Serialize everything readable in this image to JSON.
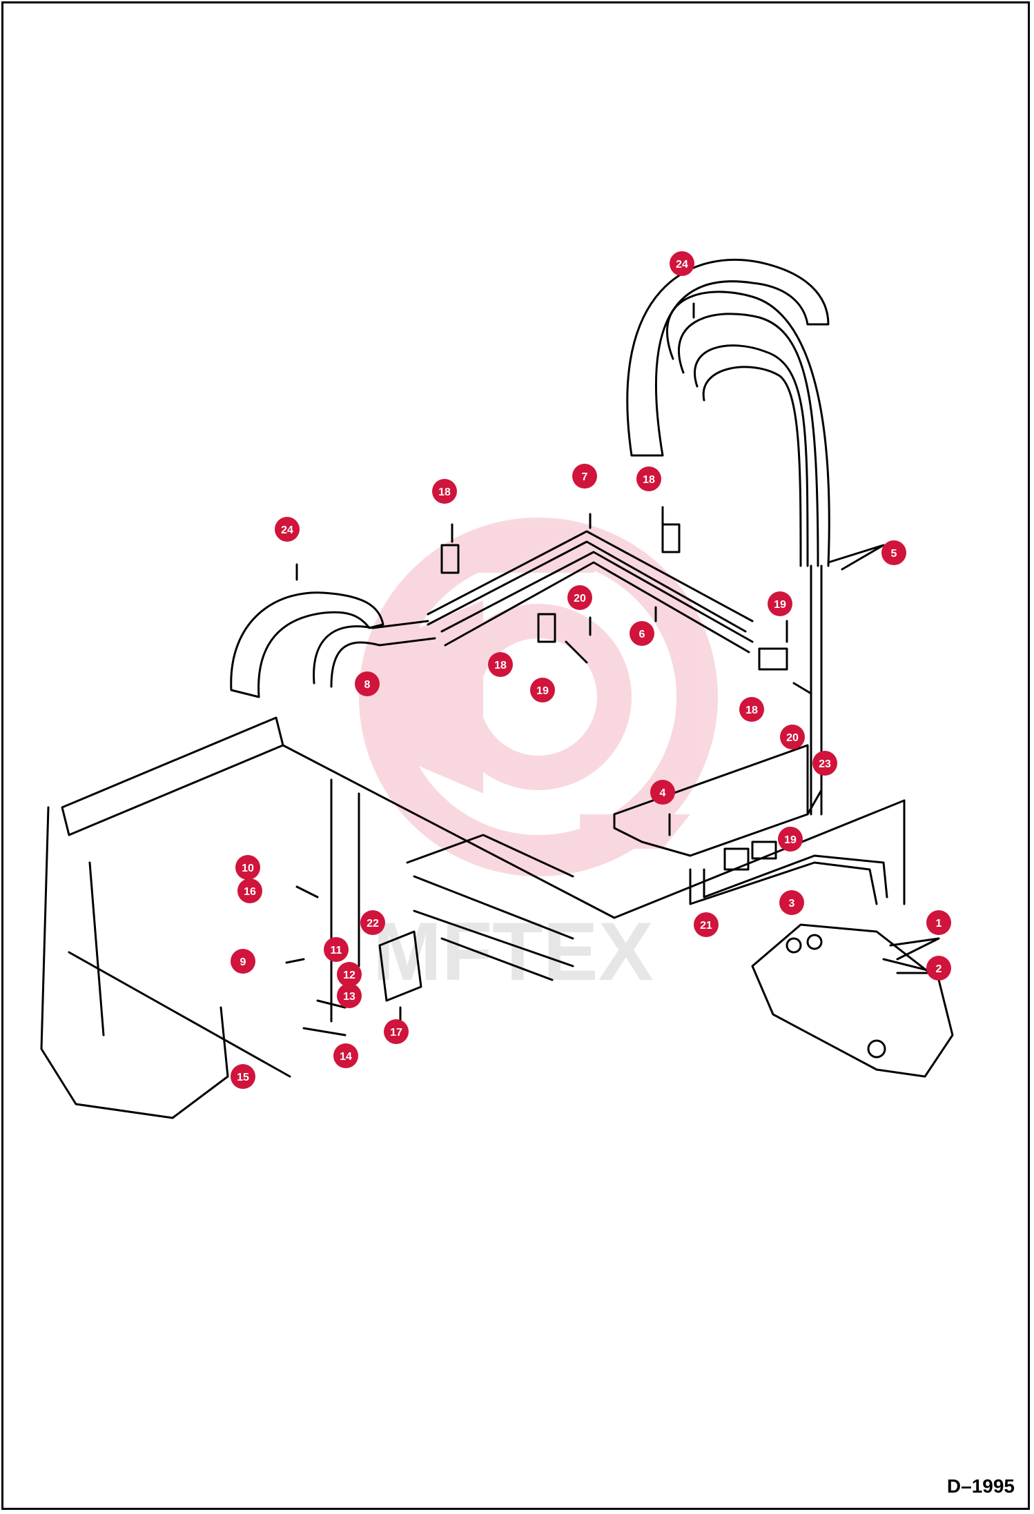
{
  "document_code": "D–1995",
  "watermark": "MFTEX",
  "accent_color": "#d0143c",
  "callouts": [
    {
      "id": "1"
    },
    {
      "id": "2"
    },
    {
      "id": "3"
    },
    {
      "id": "4"
    },
    {
      "id": "5"
    },
    {
      "id": "6"
    },
    {
      "id": "7"
    },
    {
      "id": "8"
    },
    {
      "id": "9"
    },
    {
      "id": "10"
    },
    {
      "id": "11"
    },
    {
      "id": "12"
    },
    {
      "id": "13"
    },
    {
      "id": "14"
    },
    {
      "id": "15"
    },
    {
      "id": "16"
    },
    {
      "id": "17"
    },
    {
      "id": "18"
    },
    {
      "id": "19"
    },
    {
      "id": "20"
    },
    {
      "id": "21"
    },
    {
      "id": "22"
    },
    {
      "id": "23"
    },
    {
      "id": "24"
    }
  ]
}
